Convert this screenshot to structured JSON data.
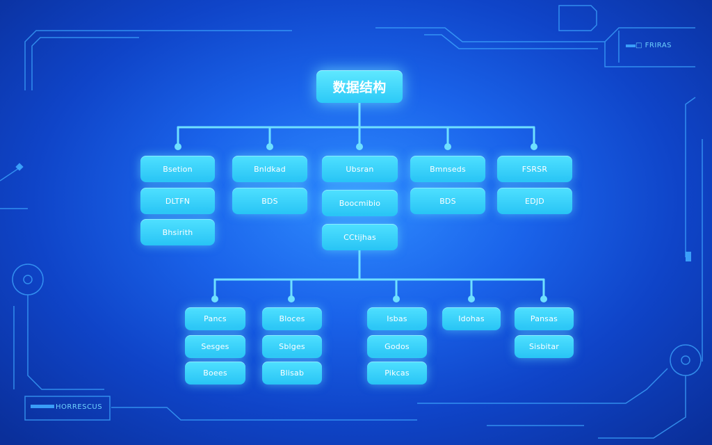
{
  "root": {
    "label": "数据结构"
  },
  "upper": [
    {
      "id": "c1",
      "items": [
        "Bsetion",
        "DLTFN",
        "Bhsirith"
      ]
    },
    {
      "id": "c2",
      "items": [
        "Bnldkad",
        "BDS"
      ]
    },
    {
      "id": "c3",
      "items": [
        "Ubsran",
        "Boocmibio",
        "CCtijhas"
      ]
    },
    {
      "id": "c4",
      "items": [
        "Bmnseds",
        "BDS"
      ]
    },
    {
      "id": "c5",
      "items": [
        "FSRSR",
        "EDJD"
      ]
    }
  ],
  "lower": [
    {
      "id": "d1",
      "items": [
        "Pancs",
        "Sesges",
        "Boees"
      ]
    },
    {
      "id": "d2",
      "items": [
        "Bloces",
        "Sblges",
        "Blisab"
      ]
    },
    {
      "id": "d3",
      "items": [
        "Isbas",
        "Godos",
        "Pikcas"
      ]
    },
    {
      "id": "d4",
      "items": [
        "Idohas"
      ]
    },
    {
      "id": "d5",
      "items": [
        "Pansas",
        "Sisbitar"
      ]
    }
  ],
  "decor": {
    "top_right_label": "□  FRIRAS",
    "bottom_left_label": "HORRESCUS"
  },
  "colors": {
    "background": "#1a63ea",
    "node": "#33ccf7",
    "line": "#6fe0ff",
    "circuit": "#3fa9ff"
  }
}
